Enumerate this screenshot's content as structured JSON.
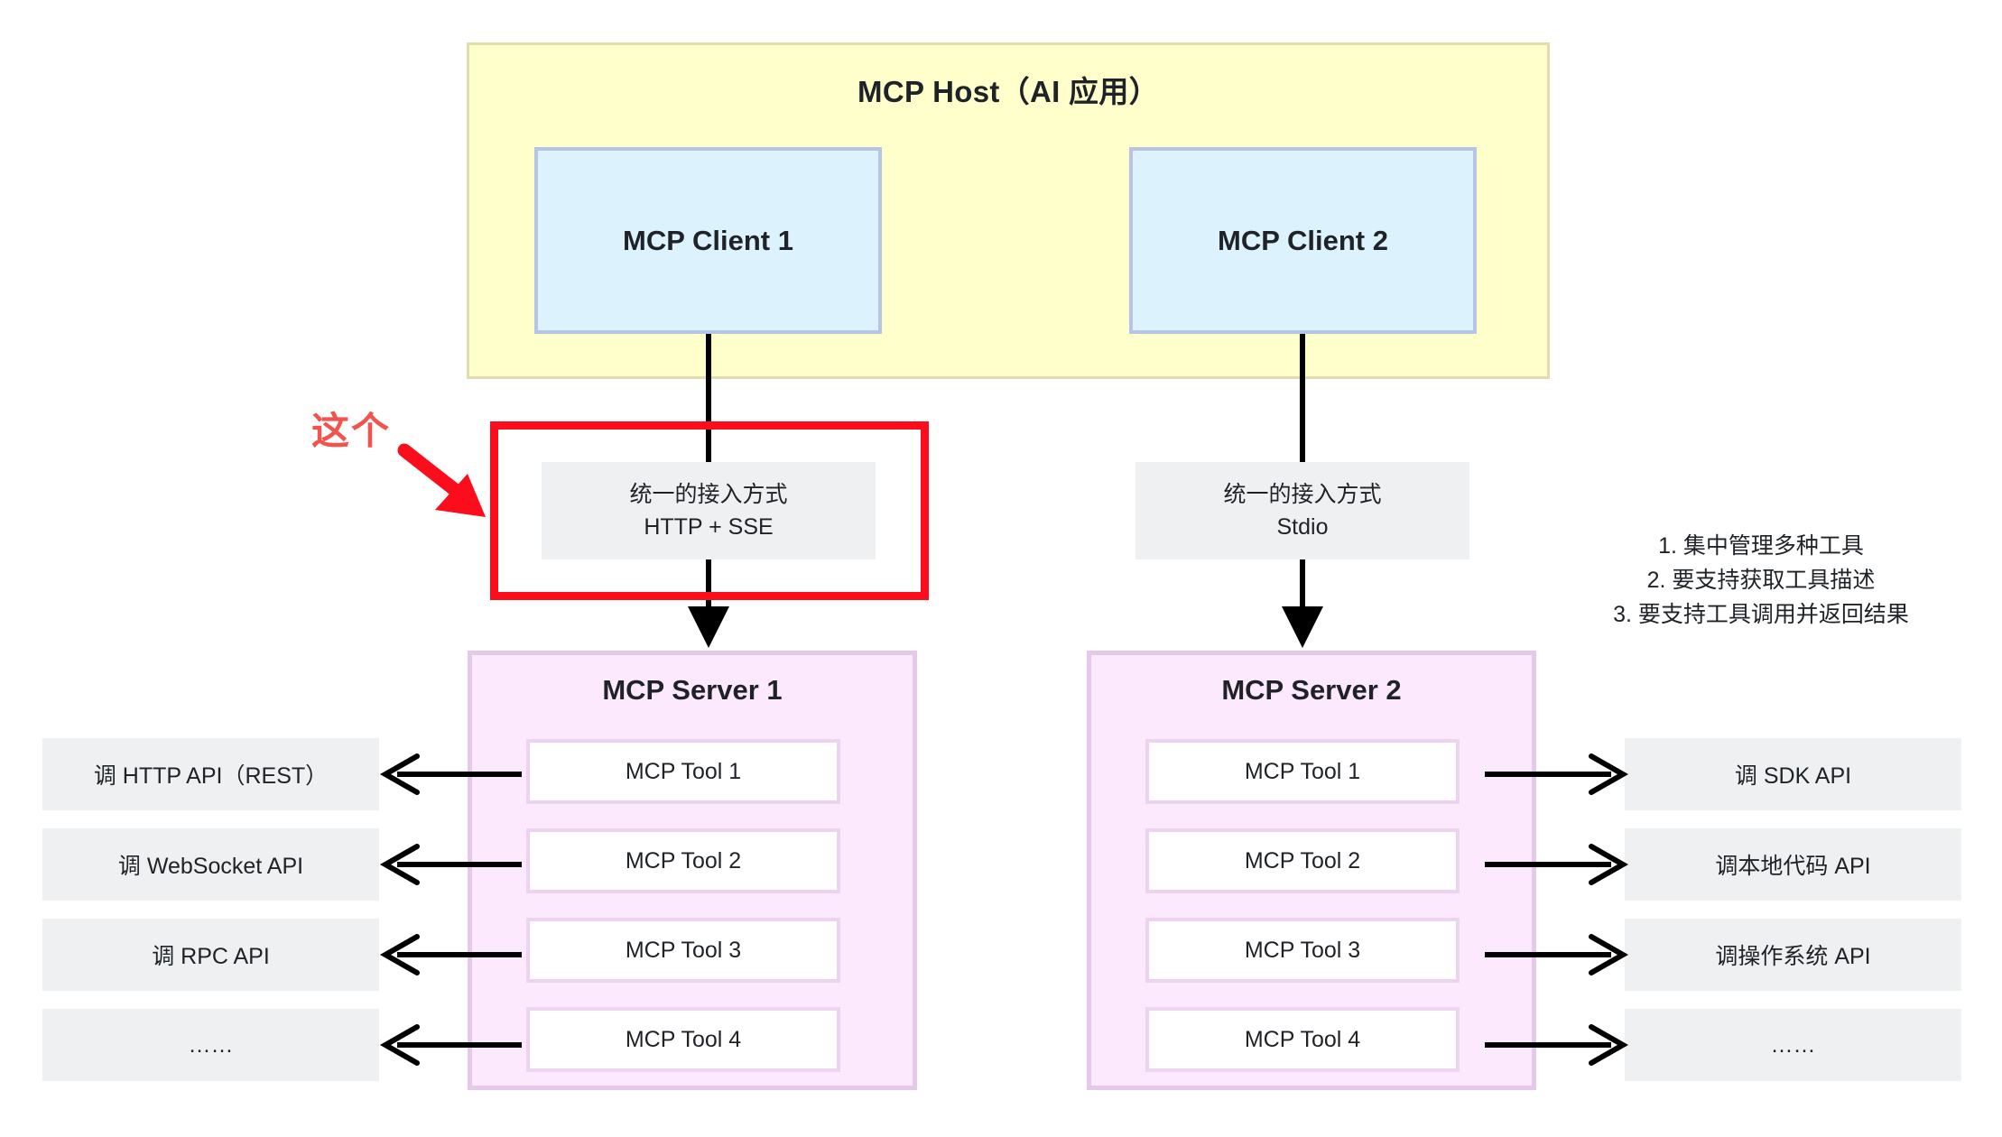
{
  "host": {
    "title": "MCP Host（AI 应用）",
    "clients": [
      {
        "label": "MCP Client 1"
      },
      {
        "label": "MCP Client 2"
      }
    ]
  },
  "transports": [
    {
      "line1": "统一的接入方式",
      "line2": "HTTP + SSE"
    },
    {
      "line1": "统一的接入方式",
      "line2": "Stdio"
    }
  ],
  "annotation": {
    "text": "这个",
    "color": "#f2534d",
    "highlight_color": "#fc0d1b"
  },
  "servers": [
    {
      "title": "MCP Server 1",
      "tools": [
        {
          "label": "MCP Tool 1"
        },
        {
          "label": "MCP Tool 2"
        },
        {
          "label": "MCP Tool 3"
        },
        {
          "label": "MCP Tool 4"
        }
      ]
    },
    {
      "title": "MCP Server 2",
      "tools": [
        {
          "label": "MCP Tool 1"
        },
        {
          "label": "MCP Tool 2"
        },
        {
          "label": "MCP Tool 3"
        },
        {
          "label": "MCP Tool 4"
        }
      ]
    }
  ],
  "left_apis": [
    {
      "label": "调 HTTP API（REST）"
    },
    {
      "label": "调 WebSocket API"
    },
    {
      "label": "调 RPC API"
    },
    {
      "label": "……"
    }
  ],
  "right_apis": [
    {
      "label": "调 SDK API"
    },
    {
      "label": "调本地代码 API"
    },
    {
      "label": "调操作系统 API"
    },
    {
      "label": "……"
    }
  ],
  "notes": [
    {
      "label": "1. 集中管理多种工具"
    },
    {
      "label": "2. 要支持获取工具描述"
    },
    {
      "label": "3. 要支持工具调用并返回结果"
    }
  ],
  "colors": {
    "host_fill": "#ffffcc",
    "host_border": "#e3ddae",
    "client_fill": "#dcf2fc",
    "client_border": "#b8c4e6",
    "server_fill": "#fce9fd",
    "server_border": "#e5c9ea",
    "tool_fill": "#ffffff",
    "tool_border": "#ecd4f1",
    "label_fill": "#eef0f2",
    "line": "#000000",
    "accent_red": "#fc0d1b"
  }
}
